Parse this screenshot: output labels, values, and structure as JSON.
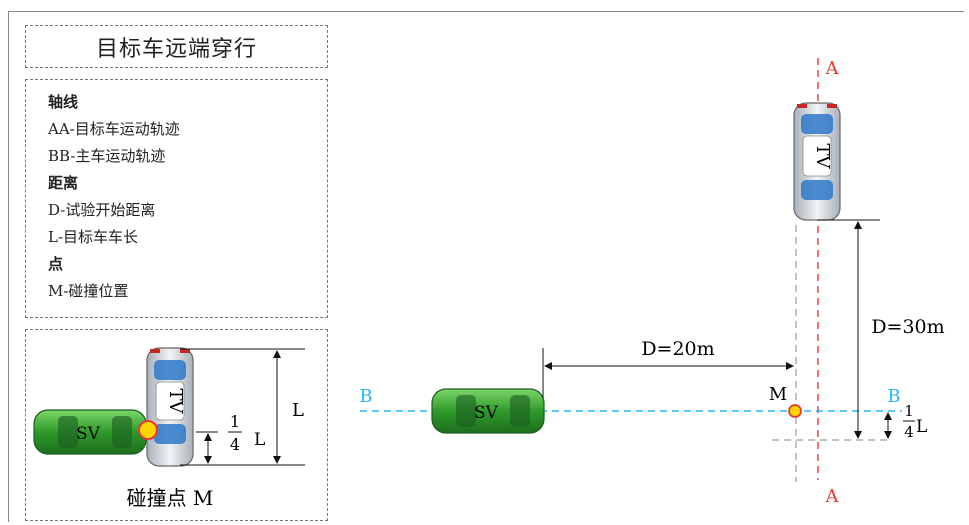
{
  "title": "目标车远端穿行",
  "legend": {
    "items": [
      {
        "text": "轴线",
        "heading": true
      },
      {
        "text": "AA-目标车运动轨迹",
        "heading": false
      },
      {
        "text": "BB-主车运动轨迹",
        "heading": false
      },
      {
        "text": "距离",
        "heading": true
      },
      {
        "text": "D-试验开始距离",
        "heading": false
      },
      {
        "text": "L-目标车车长",
        "heading": false
      },
      {
        "text": "点",
        "heading": true
      },
      {
        "text": "M-碰撞位置",
        "heading": false
      }
    ]
  },
  "detail": {
    "caption": "碰撞点 M",
    "sv_label": "SV",
    "tv_label": "TV",
    "length_label": "L",
    "quarter_num": "1",
    "quarter_den": "4",
    "quarter_suffix": "L"
  },
  "main": {
    "axis_a_top": "A",
    "axis_a_bottom": "A",
    "axis_b_left": "B",
    "axis_b_right": "B",
    "sv_label": "SV",
    "tv_label": "TV",
    "point_label": "M",
    "dist_sv": "D=20m",
    "dist_tv": "D=30m",
    "quarter_num": "1",
    "quarter_den": "4",
    "quarter_suffix": "L"
  },
  "colors": {
    "axis_a": "#e53935",
    "axis_b": "#29b6f6",
    "sv_body": "#3fa535",
    "tv_body": "#cfd4da",
    "collision_point": "#ffd600",
    "collision_ring": "#e53935"
  }
}
